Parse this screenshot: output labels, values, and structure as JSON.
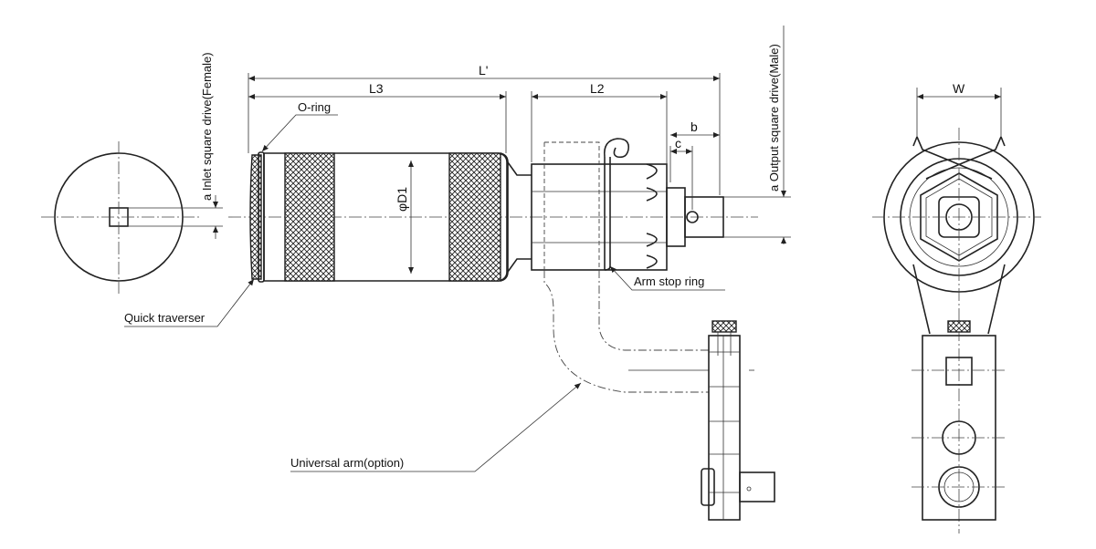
{
  "labels": {
    "inlet_square_drive": "a Inlet square drive(Female)",
    "output_square_drive": "a Output square drive(Male)",
    "o_ring": "O-ring",
    "quick_traverser": "Quick traverser",
    "arm_stop_ring": "Arm stop ring",
    "universal_arm": "Universal arm(option)"
  },
  "dimensions": {
    "overall_length": "L'",
    "l3": "L3",
    "l2": "L2",
    "b": "b",
    "c": "c",
    "diameter": "φD1",
    "width": "W"
  }
}
